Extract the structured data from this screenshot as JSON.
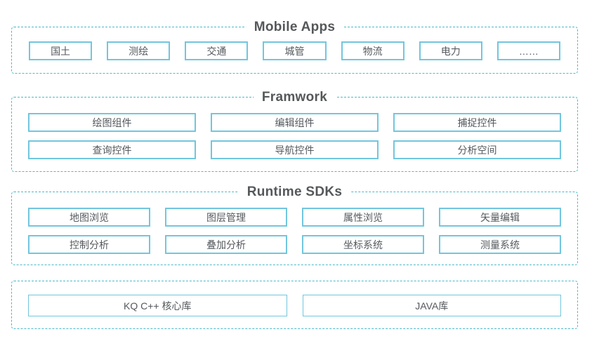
{
  "colors": {
    "dashed_border": "#4db9c9",
    "box_border": "#72c6de",
    "title_color": "#55585a",
    "text_color": "#555a5e"
  },
  "sections": [
    {
      "title": "Mobile Apps",
      "items": [
        "国土",
        "测绘",
        "交通",
        "城管",
        "物流",
        "电力",
        "……"
      ]
    },
    {
      "title": "Framwork",
      "items": [
        "绘图组件",
        "编辑组件",
        "捕捉控件",
        "查询控件",
        "导航控件",
        "分析空间"
      ]
    },
    {
      "title": "Runtime SDKs",
      "items": [
        "地图浏览",
        "图层管理",
        "属性浏览",
        "矢量编辑",
        "控制分析",
        "叠加分析",
        "坐标系统",
        "测量系统"
      ]
    },
    {
      "items": [
        "KQ C++ 核心库",
        "JAVA库"
      ]
    }
  ]
}
